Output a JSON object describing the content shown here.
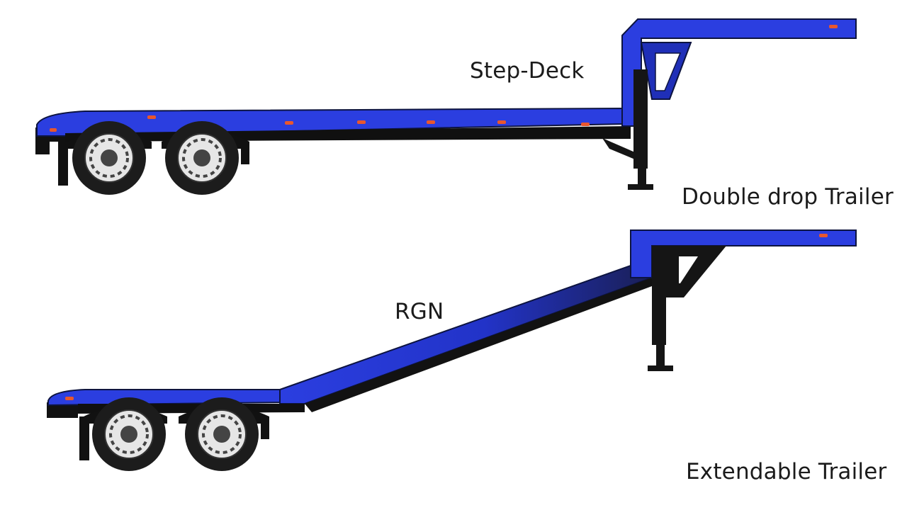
{
  "labels": {
    "step_deck": "Step-Deck",
    "double_drop": "Double drop Trailer",
    "rgn": "RGN",
    "extendable": "Extendable Trailer"
  },
  "colors": {
    "deck_blue": "#2b3ee0",
    "deck_blue_dark": "#1a2590",
    "frame_black": "#111111",
    "marker_light": "#e8572e",
    "tire": "#1c1c1c",
    "rim": "#e6e6e6"
  },
  "icons": {
    "wheel": "trailer-wheel-icon",
    "landing_gear": "landing-gear-icon",
    "marker_light": "marker-light-icon"
  }
}
